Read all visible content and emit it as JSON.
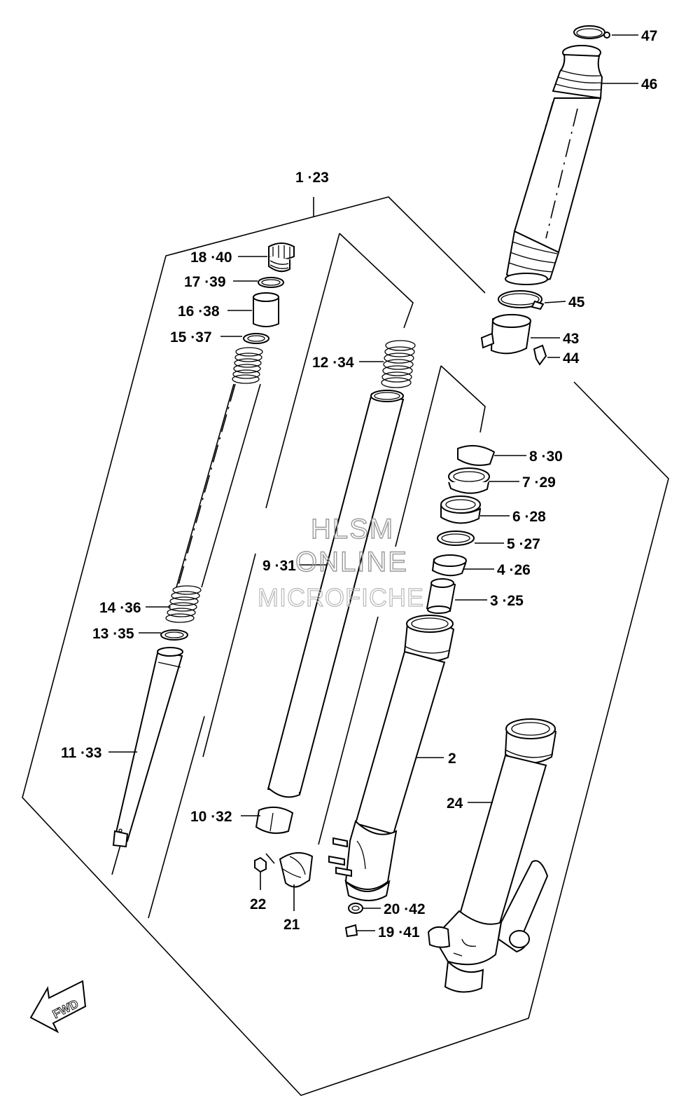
{
  "diagram": {
    "callouts": {
      "c47": "47",
      "c46": "46",
      "c1_23": "1 ·23",
      "c18_40": "18 ·40",
      "c17_39": "17 ·39",
      "c16_38": "16 ·38",
      "c15_37": "15 ·37",
      "c12_34": "12 ·34",
      "c45": "45",
      "c43": "43",
      "c44": "44",
      "c8_30": "8 ·30",
      "c7_29": "7 ·29",
      "c6_28": "6 ·28",
      "c5_27": "5 ·27",
      "c9_31": "9 ·31",
      "c4_26": "4 ·26",
      "c14_36": "14 ·36",
      "c3_25": "3 ·25",
      "c13_35": "13 ·35",
      "c2": "2",
      "c11_33": "11 ·33",
      "c24": "24",
      "c10_32": "10 ·32",
      "c22": "22",
      "c21": "21",
      "c20_42": "20 ·42",
      "c19_41": "19 ·41"
    },
    "fwd_label": "FWD",
    "watermark": {
      "line1": "HLSM",
      "line2": "ONLINE",
      "line3": "MICROFICHE"
    }
  }
}
